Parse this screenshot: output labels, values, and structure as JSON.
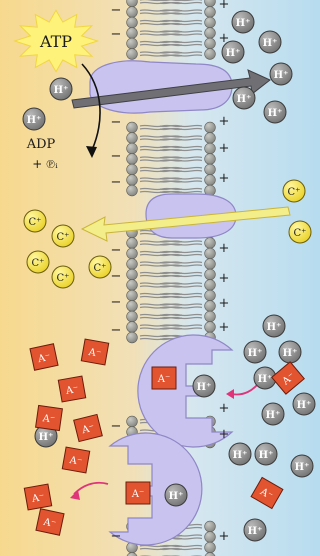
{
  "labels": {
    "atp": "ATP",
    "adp": "ADP",
    "pi": "+ ℗ᵢ",
    "h_ion": "H⁺",
    "c_ion": "C⁺",
    "a_ion": "A⁻",
    "plus": "+",
    "minus": "−"
  },
  "colors": {
    "left_bg": "#f6d48a",
    "right_bg": "#b9dcef",
    "protein": "#c8c3ef",
    "h_ion": "#8c8c8c",
    "c_ion": "#f2e33a",
    "a_ion": "#e2532f",
    "head": "#9a9a96",
    "arrow_dark": "#6f6f74",
    "arrow_light": "#f3ee8a",
    "arrow_pink": "#e0347a"
  }
}
